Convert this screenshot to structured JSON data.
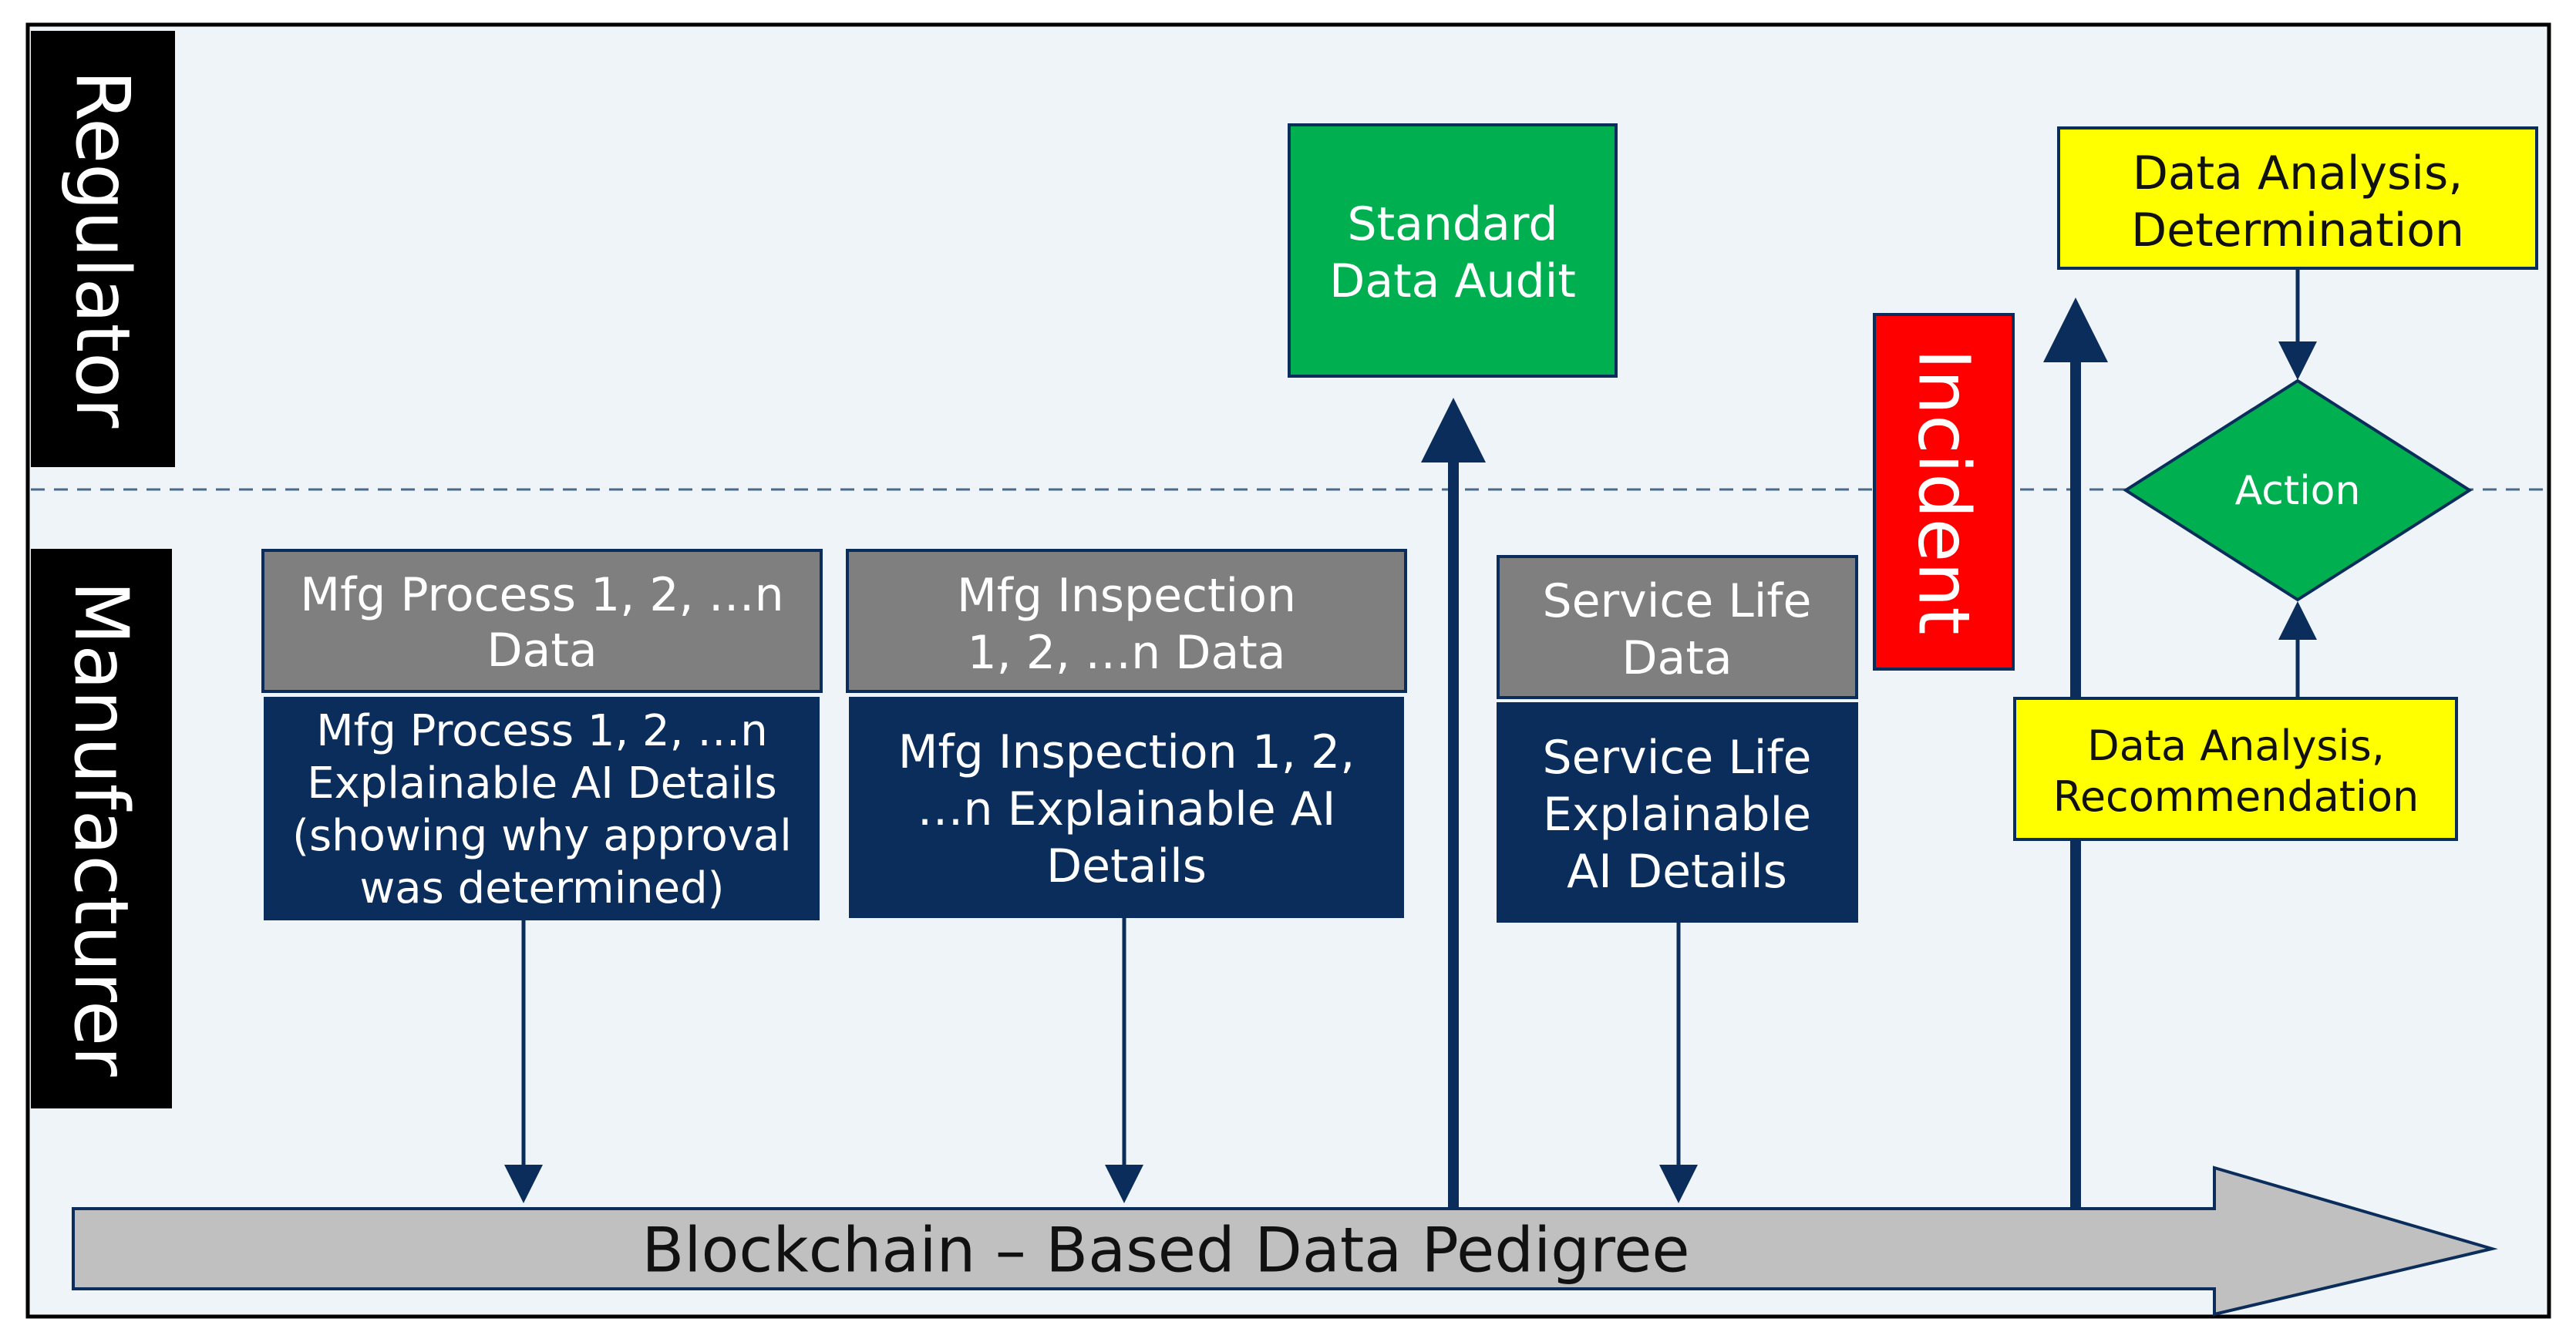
{
  "lanes": {
    "regulator": "Regulator",
    "manufacturer": "Manufacturer"
  },
  "boxes": {
    "mfg_process_data": [
      "Mfg Process 1, 2, …n",
      "Data"
    ],
    "mfg_process_ai": [
      "Mfg Process 1, 2, …n",
      "Explainable AI Details",
      "(showing why approval",
      "was determined)"
    ],
    "mfg_inspection_data": [
      "Mfg Inspection",
      "1, 2, …n Data"
    ],
    "mfg_inspection_ai": [
      "Mfg Inspection 1, 2,",
      "…n Explainable AI",
      "Details"
    ],
    "standard_audit": [
      "Standard",
      "Data Audit"
    ],
    "service_life_data": [
      "Service Life",
      "Data"
    ],
    "service_life_ai": [
      "Service Life",
      "Explainable",
      "AI Details"
    ],
    "incident": "Incident",
    "analysis_determination": [
      "Data Analysis,",
      "Determination"
    ],
    "action": "Action",
    "analysis_recommendation": [
      "Data Analysis,",
      "Recommendation"
    ]
  },
  "timeline": {
    "label": "Blockchain – Based Data Pedigree"
  },
  "colors": {
    "background": "#eef4f8",
    "navy": "#0b2d5b",
    "gray": "#7f7f7f",
    "green": "#00b050",
    "red": "#ff0000",
    "yellow": "#ffff00",
    "arrow_gray": "#c0c0c0",
    "lane_black": "#000000"
  }
}
